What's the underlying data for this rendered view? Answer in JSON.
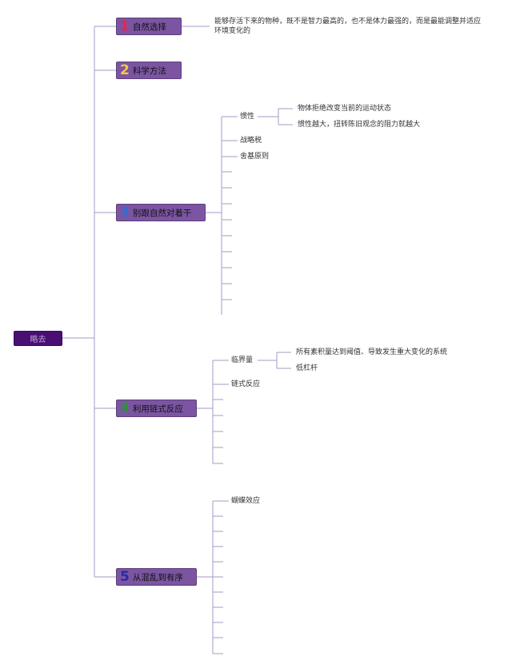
{
  "colors": {
    "root_bg": "#4a0f73",
    "branch_bg": "#7b55a2",
    "line": "#a798c4",
    "num1": "#e8234f",
    "num2": "#f4c842",
    "num3": "#2f6fd2",
    "num4": "#2d8f3a",
    "num5": "#2a2aa0"
  },
  "root": {
    "label": "略去"
  },
  "branches": [
    {
      "num": "1",
      "label": "自然选择",
      "children": [
        {
          "label": "能够存活下来的物种，既不是智力最高的，也不是体力最强的，而是最能调整并适应环境变化的"
        }
      ]
    },
    {
      "num": "2",
      "label": "科学方法",
      "children": []
    },
    {
      "num": "3",
      "label": "别跟自然对着干",
      "children": [
        {
          "label": "惯性",
          "children": [
            {
              "label": "物体拒绝改变当前的运动状态"
            },
            {
              "label": "惯性越大，扭转陈旧观念的阻力就越大"
            }
          ]
        },
        {
          "label": "战略税"
        },
        {
          "label": "舍基原则"
        },
        {
          "label": ""
        },
        {
          "label": ""
        },
        {
          "label": ""
        },
        {
          "label": ""
        },
        {
          "label": ""
        },
        {
          "label": ""
        },
        {
          "label": ""
        },
        {
          "label": ""
        },
        {
          "label": ""
        },
        {
          "label": ""
        }
      ]
    },
    {
      "num": "4",
      "label": "利用链式反应",
      "children": [
        {
          "label": "临界量",
          "children": [
            {
              "label": "所有素积量达到阈值、导致发生重大变化的系统"
            },
            {
              "label": "低杠杆"
            }
          ]
        },
        {
          "label": "链式反应"
        },
        {
          "label": ""
        },
        {
          "label": ""
        },
        {
          "label": ""
        },
        {
          "label": ""
        },
        {
          "label": ""
        }
      ]
    },
    {
      "num": "5",
      "label": "从混乱到有序",
      "children": [
        {
          "label": "蝴蝶效应"
        },
        {
          "label": ""
        },
        {
          "label": ""
        },
        {
          "label": ""
        },
        {
          "label": ""
        },
        {
          "label": ""
        },
        {
          "label": ""
        },
        {
          "label": ""
        },
        {
          "label": ""
        },
        {
          "label": ""
        },
        {
          "label": ""
        }
      ]
    }
  ]
}
